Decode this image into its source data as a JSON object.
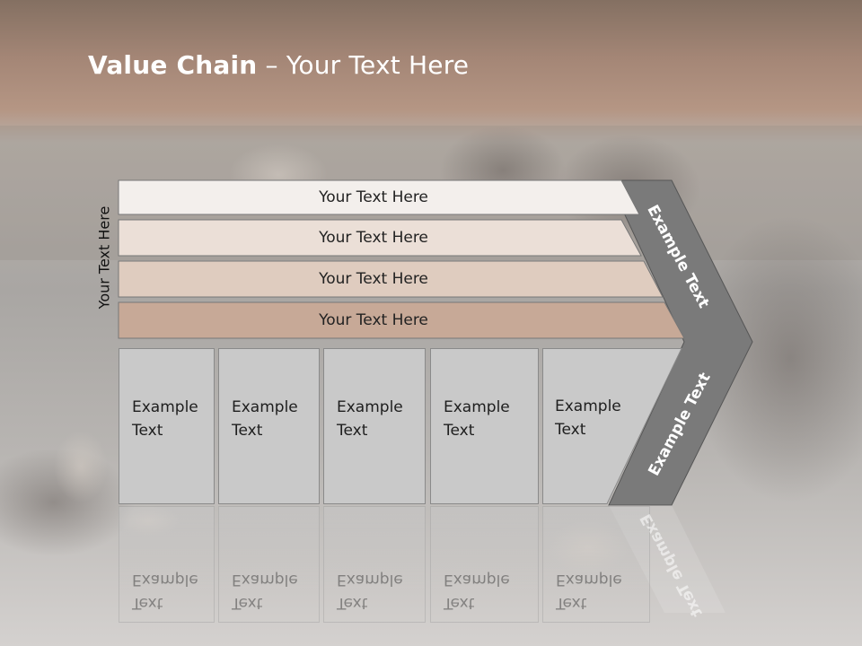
{
  "title": {
    "bold": "Value Chain",
    "rest": " – Your Text Here"
  },
  "side_label": "Your Text Here",
  "bands": [
    {
      "label": "Your Text Here",
      "fill": "#f3efec"
    },
    {
      "label": "Your Text Here",
      "fill": "#ebdfd7"
    },
    {
      "label": "Your Text Here",
      "fill": "#dfccbf"
    },
    {
      "label": "Your Text Here",
      "fill": "#c7a997"
    }
  ],
  "boxes": [
    {
      "label_line1": "Example",
      "label_line2": "Text"
    },
    {
      "label_line1": "Example",
      "label_line2": "Text"
    },
    {
      "label_line1": "Example",
      "label_line2": "Text"
    },
    {
      "label_line1": "Example",
      "label_line2": "Text"
    },
    {
      "label_line1": "Example",
      "label_line2": "Text"
    }
  ],
  "chevron": {
    "top_label": "Example Text",
    "bottom_label": "Example Text",
    "fill": "#7a7a7a"
  },
  "colors": {
    "header_brown": "#a48676",
    "box_fill": "#c9c9c9",
    "title_text": "#ffffff"
  }
}
